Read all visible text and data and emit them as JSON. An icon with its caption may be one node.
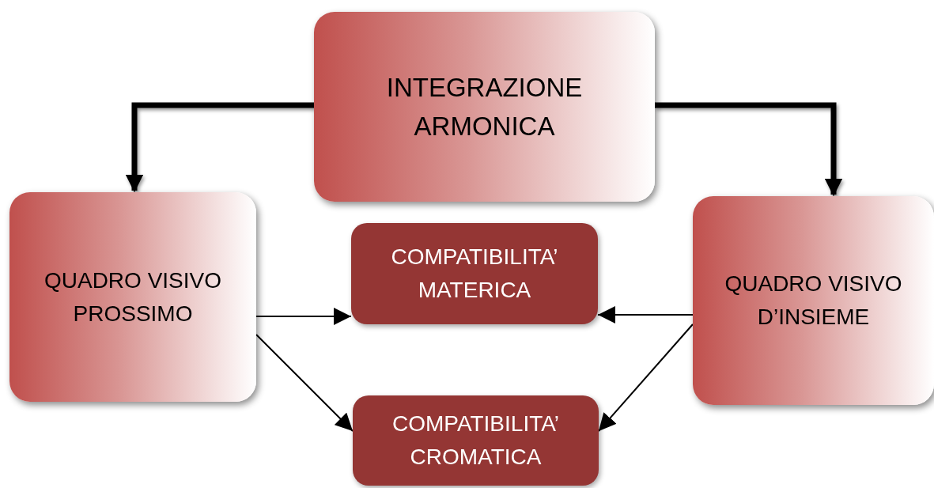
{
  "diagram": {
    "nodes": [
      {
        "text": [
          "INTEGRAZIONE ARMONICA"
        ]
      },
      {
        "text": [
          "QUADRO VISIVO PROSSIMO"
        ]
      },
      {
        "text": [
          "COMPATIBILITA’ MATERICA"
        ]
      },
      {
        "text": [
          "QUADRO VISIVO D’INSIEME"
        ]
      },
      {
        "text": [
          "COMPATIBILITA’ CROMATICA"
        ]
      }
    ],
    "edges": [
      {
        "from": 0,
        "to": 1,
        "arrow": "to",
        "style": "thick"
      },
      {
        "from": 0,
        "to": 3,
        "arrow": "to",
        "style": "thick"
      },
      {
        "from": 1,
        "to": 2,
        "arrow": "to"
      },
      {
        "from": 3,
        "to": 2,
        "arrow": "to"
      },
      {
        "from": 1,
        "to": 4,
        "arrow": "to"
      },
      {
        "from": 3,
        "to": 4,
        "arrow": "to"
      }
    ]
  }
}
